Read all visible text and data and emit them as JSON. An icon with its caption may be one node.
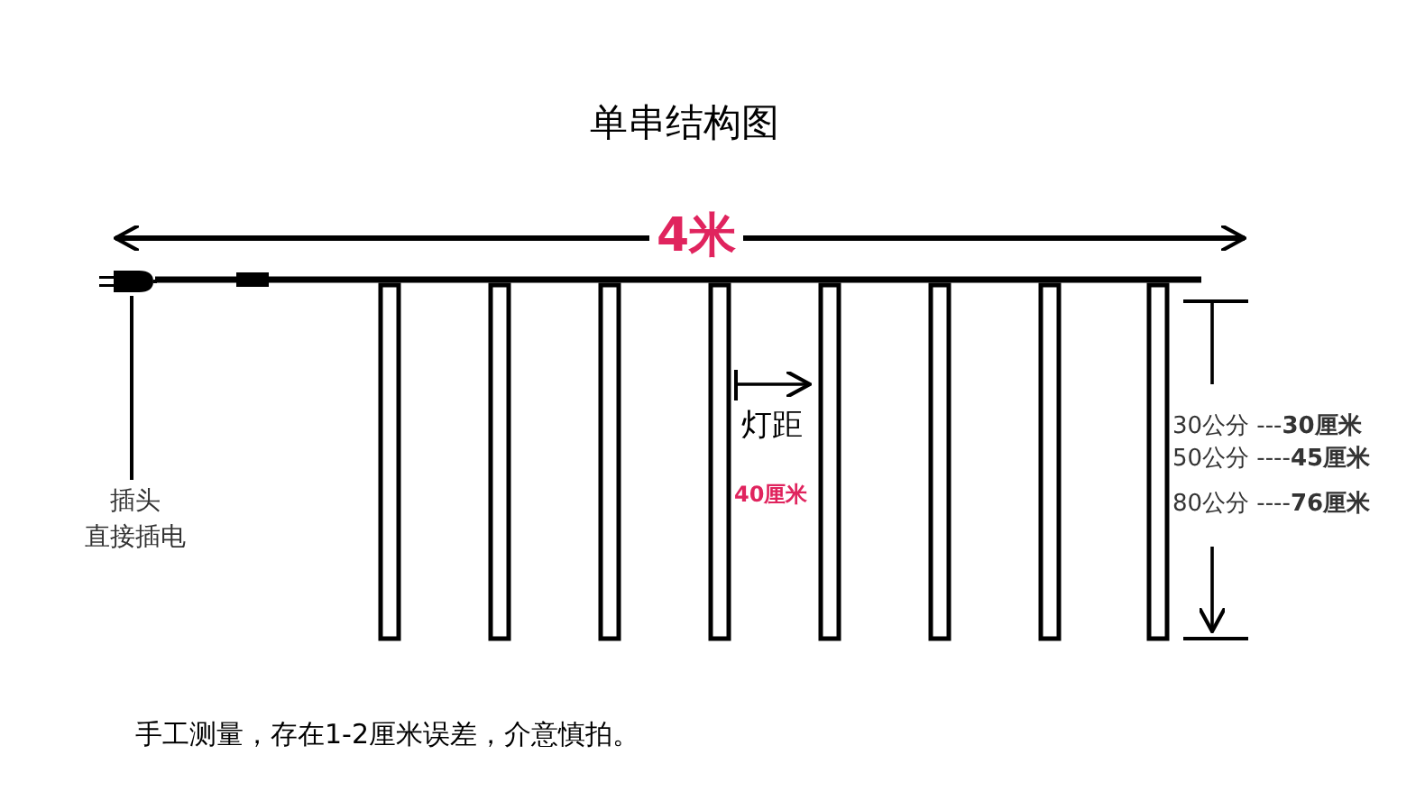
{
  "diagram": {
    "title": "单串结构图",
    "nodes": [
      {
        "text": [
          "插头",
          "直接插电"
        ]
      },
      {
        "text": [],
        "shape": "plug"
      }
    ],
    "edges": [
      {
        "from": 0,
        "to": 1,
        "arrow": "none"
      }
    ],
    "labels": [
      "4米",
      "灯距",
      "40厘米",
      "30公分 ---**30厘米**",
      "50公分 ----**45厘米**",
      "80公分 ----**76厘米**"
    ],
    "caption": "手工测量，存在1-2厘米误差，介意慎拍。"
  }
}
